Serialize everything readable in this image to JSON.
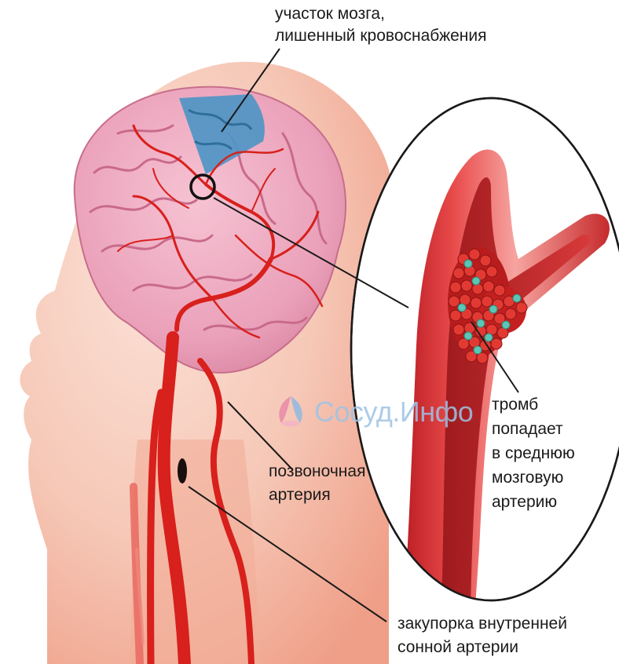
{
  "labels": {
    "brain_area": [
      "участок мозга,",
      "лишенный кровоснабжения"
    ],
    "thrombus": [
      "тромб",
      "попадает",
      "в среднюю",
      "мозговую",
      "артерию"
    ],
    "vertebral": [
      "позвоночная",
      "артерия"
    ],
    "blockage": [
      "закупорка внутренней",
      "сонной артерии"
    ]
  },
  "watermark": {
    "text": "Сосуд.Инфо"
  },
  "colors": {
    "skin": "#f3b9a6",
    "skin_light": "#fbe1d6",
    "brain": "#eea6bd",
    "brain_shadow": "#d9839e",
    "artery": "#d8201c",
    "ischemic_area": "#4f95c4",
    "callout_line": "#1a1a1a",
    "watermark": "#9ec4e6"
  },
  "icons": [
    "watermark-logo-icon"
  ]
}
